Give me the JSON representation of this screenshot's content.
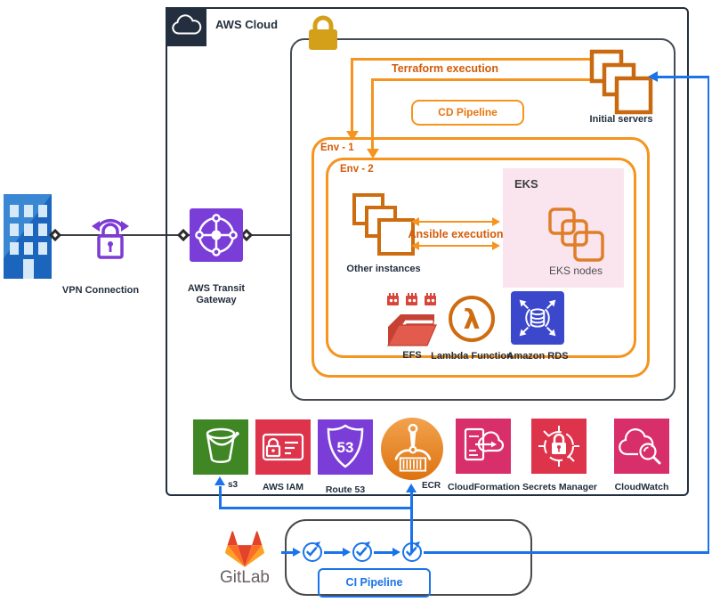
{
  "colors": {
    "navy": "#232F3E",
    "orange_border": "#F5941F",
    "orange_text": "#D45B07",
    "icon_orange": "#CE6C10",
    "blue": "#1A73E8",
    "s3_green": "#3F8624",
    "security_red": "#DD344C",
    "purple": "#7B3DD8",
    "pink": "#D82F6B",
    "rds_blue": "#3B48CC",
    "eks_fill": "#FAE5EF",
    "gold": "#D4A019"
  },
  "onprem": {
    "vpn_label": "VPN Connection",
    "transit_label": "AWS Transit Gateway"
  },
  "cloud": {
    "label": "AWS Cloud"
  },
  "secure": {
    "terraform_label": "Terraform execution",
    "cd_label": "CD Pipeline",
    "initial_label": "Initial servers"
  },
  "env1": {
    "label": "Env - 1"
  },
  "env2": {
    "label": "Env - 2",
    "instances_label": "Other instances",
    "ansible_label": "Ansible execution",
    "eks_label": "EKS",
    "eks_nodes_label": "EKS nodes",
    "efs_label": "EFS",
    "lambda_label": "Lambda Function",
    "lambda_glyph": "λ",
    "rds_label": "Amazon RDS"
  },
  "shared": [
    {
      "name": "s3",
      "label": "s3"
    },
    {
      "name": "aws-iam",
      "label": "AWS IAM"
    },
    {
      "name": "route-53",
      "label": "Route 53",
      "glyph": "53"
    },
    {
      "name": "ecr",
      "label": "ECR"
    },
    {
      "name": "cloudformation",
      "label": "CloudFormation"
    },
    {
      "name": "secrets-manager",
      "label": "Secrets Manager"
    },
    {
      "name": "cloudwatch",
      "label": "CloudWatch"
    }
  ],
  "ci": {
    "gitlab_label": "GitLab",
    "pipeline_label": "CI Pipeline"
  }
}
